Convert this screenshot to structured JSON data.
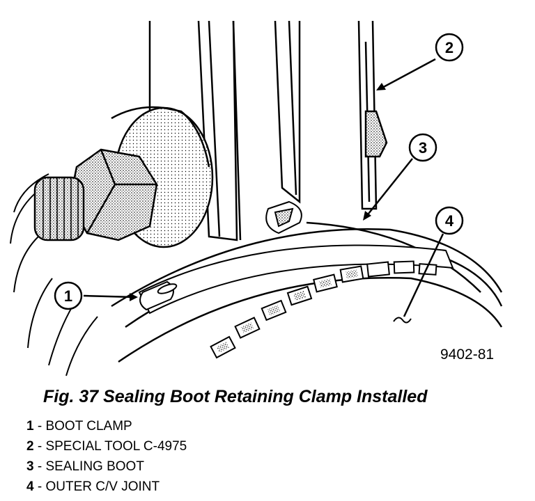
{
  "figure": {
    "code": "9402-81",
    "callouts": [
      "1",
      "2",
      "3",
      "4"
    ]
  },
  "caption": "Fig. 37 Sealing Boot Retaining Clamp Installed",
  "legend": [
    {
      "num": "1",
      "text": " - BOOT CLAMP"
    },
    {
      "num": "2",
      "text": " - SPECIAL TOOL C-4975"
    },
    {
      "num": "3",
      "text": " - SEALING BOOT"
    },
    {
      "num": "4",
      "text": " - OUTER C/V JOINT"
    }
  ]
}
